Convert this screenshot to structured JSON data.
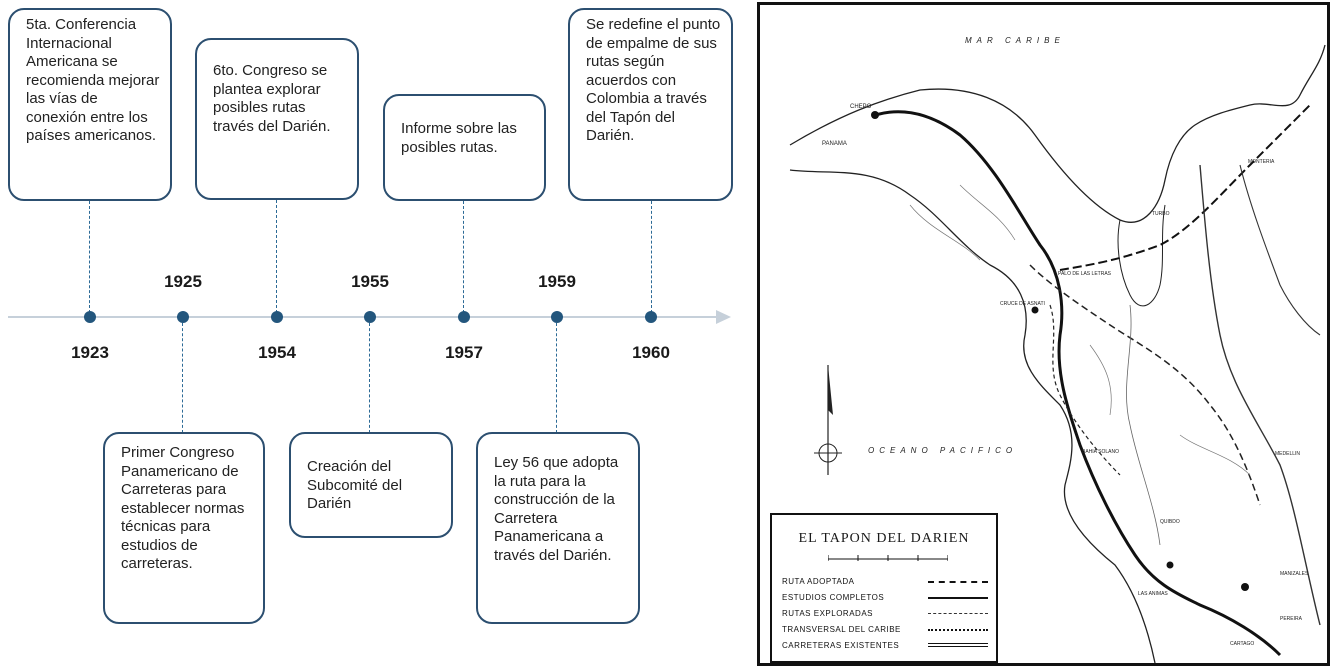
{
  "timeline": {
    "events": [
      {
        "year": "1923",
        "text": "5ta. Conferencia Internacional Americana se recomienda mejorar las vías de conexión entre los países americanos."
      },
      {
        "year": "1925",
        "text": "Primer Congreso Panamericano de Carreteras para establecer normas técnicas para estudios de carreteras."
      },
      {
        "year": "1954",
        "text": "6to. Congreso se plantea explorar posibles rutas través del Darién."
      },
      {
        "year": "1955",
        "text": "Creación del Subcomité del Darién"
      },
      {
        "year": "1957",
        "text": "Informe sobre las posibles rutas."
      },
      {
        "year": "1959",
        "text": "Ley 56 que adopta la ruta para la construcción de la Carretera Panamericana a través del Darién."
      },
      {
        "year": "1960",
        "text": "Se redefine el punto de empalme de sus rutas según acuerdos con Colombia a través del Tapón del Darién."
      }
    ]
  },
  "map": {
    "labels": {
      "mar_caribe": "MAR CARIBE",
      "oceano_pacifico": "OCEANO PACIFICO",
      "chepo": "CHEPO",
      "panama": "PANAMA",
      "palo_de_las_letras": "PALO DE LAS LETRAS",
      "bahia_solano": "BAHIA SOLANO",
      "las_animas": "LAS ANIMAS",
      "quibdo": "QUIBDO",
      "medellin": "MEDELLIN",
      "cartago": "CARTAGO",
      "manizales": "MANIZALES",
      "pereira": "PEREIRA",
      "monteria": "MONTERIA",
      "turbo": "TURBO",
      "cruce_de_asnati": "CRUCE DE ASNATI"
    },
    "legend": {
      "title": "EL TAPON DEL DARIEN",
      "items": [
        {
          "label": "RUTA ADOPTADA",
          "style": "long-dash"
        },
        {
          "label": "ESTUDIOS COMPLETOS",
          "style": "solid"
        },
        {
          "label": "RUTAS EXPLORADAS",
          "style": "dash-dot"
        },
        {
          "label": "TRANSVERSAL DEL CARIBE",
          "style": "short-dash"
        },
        {
          "label": "CARRETERAS EXISTENTES",
          "style": "double"
        }
      ]
    }
  },
  "colors": {
    "box_border": "#2c4f70",
    "dot": "#23567d",
    "dashed_connector": "#2c6a96",
    "axis": "#c6d0da"
  }
}
